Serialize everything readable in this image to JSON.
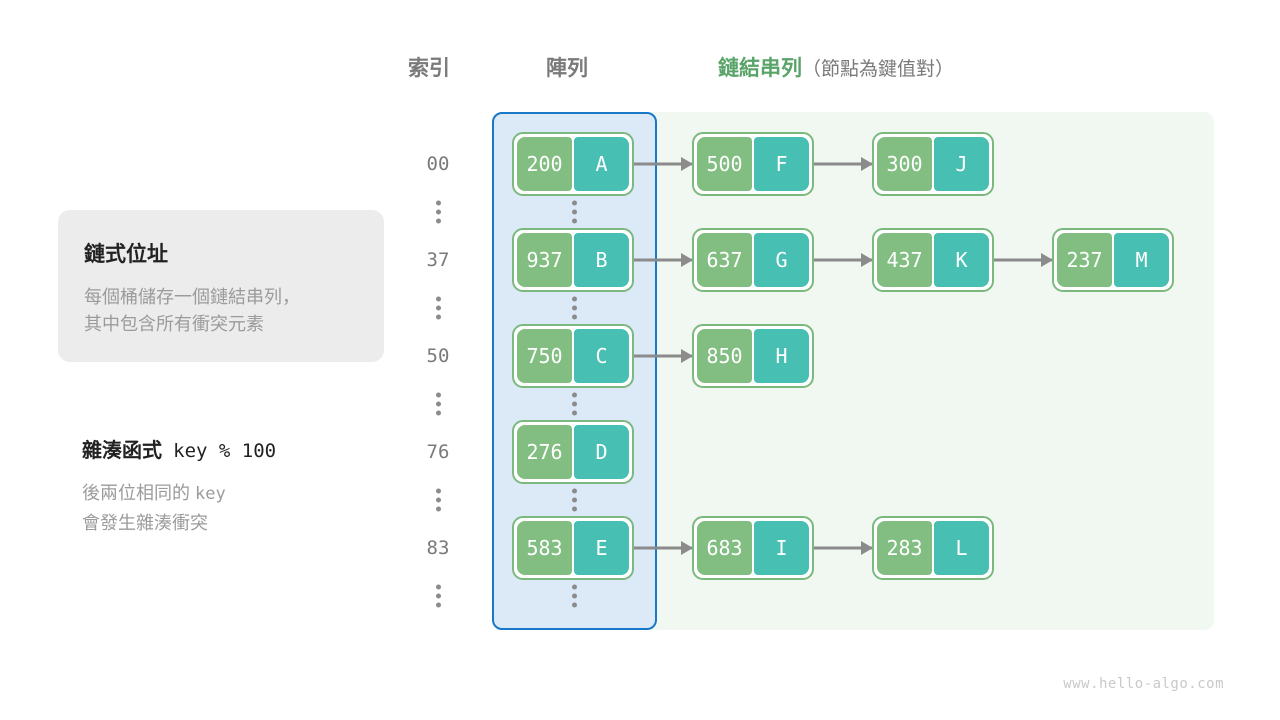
{
  "headers": {
    "index": "索引",
    "array": "陣列",
    "list_main": "鏈結串列",
    "list_sub": "（節點為鍵值對）"
  },
  "info_card": {
    "title": "鏈式位址",
    "line1": "每個桶儲存一個鏈結串列，",
    "line2": "其中包含所有衝突元素"
  },
  "hash_note": {
    "title_text": "雜湊函式",
    "title_mono": "key % 100",
    "line1_a": "後兩位相同的",
    "line1_mono": "key",
    "line2": "會發生雜湊衝突"
  },
  "colors": {
    "key_cell": "#82be82",
    "value_cell": "#47bfb3",
    "node_border": "#7cb97f",
    "array_panel_bg": "#dceaf7",
    "array_panel_border": "#1978c8",
    "list_panel_bg": "#f1f8f1",
    "accent_green": "#5aa469",
    "arrow": "#8b8b8b",
    "muted_text": "#9b9b9b"
  },
  "ellipsis_label": "⋮",
  "rows": [
    {
      "index": "00",
      "nodes": [
        {
          "key": "200",
          "value": "A"
        },
        {
          "key": "500",
          "value": "F"
        },
        {
          "key": "300",
          "value": "J"
        }
      ]
    },
    {
      "index": "37",
      "nodes": [
        {
          "key": "937",
          "value": "B"
        },
        {
          "key": "637",
          "value": "G"
        },
        {
          "key": "437",
          "value": "K"
        },
        {
          "key": "237",
          "value": "M"
        }
      ]
    },
    {
      "index": "50",
      "nodes": [
        {
          "key": "750",
          "value": "C"
        },
        {
          "key": "850",
          "value": "H"
        }
      ]
    },
    {
      "index": "76",
      "nodes": [
        {
          "key": "276",
          "value": "D"
        }
      ]
    },
    {
      "index": "83",
      "nodes": [
        {
          "key": "583",
          "value": "E"
        },
        {
          "key": "683",
          "value": "I"
        },
        {
          "key": "283",
          "value": "L"
        }
      ]
    }
  ],
  "watermark": "www.hello-algo.com"
}
